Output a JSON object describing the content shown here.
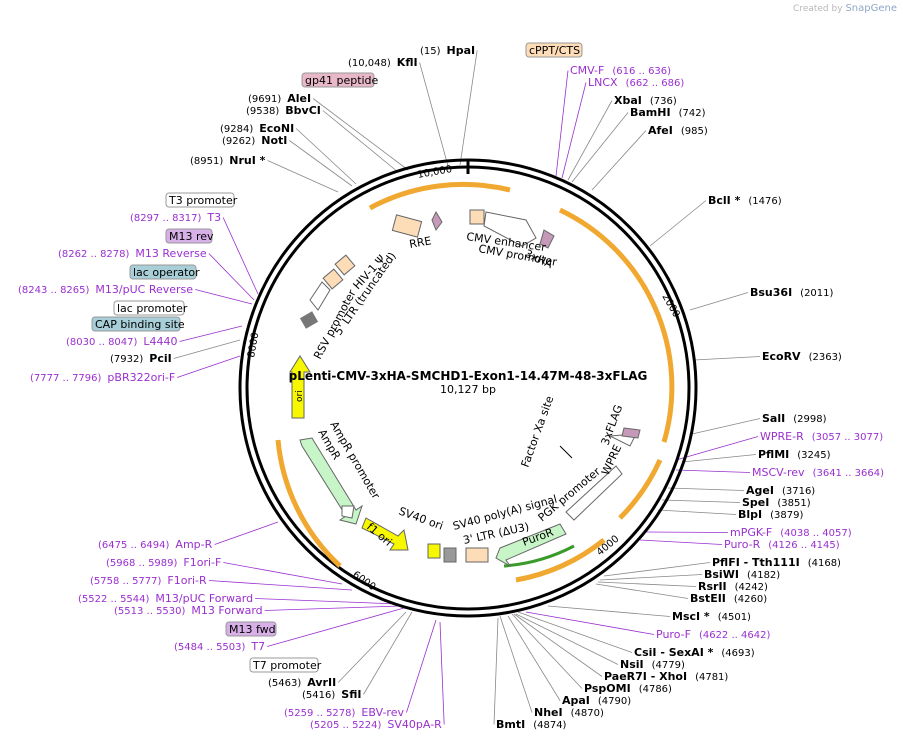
{
  "credit": {
    "prefix": "Created by",
    "brand": "SnapGene"
  },
  "plasmid": {
    "name": "pLenti-CMV-3xHA-SMCHD1-Exon1-14.47M-48-3xFLAG",
    "length": "10,127 bp"
  },
  "ticks": [
    "10,000",
    "2000",
    "4000",
    "6000",
    "8000"
  ],
  "inner_features": [
    "cPPT/CTS",
    "RRE",
    "CMV enhancer",
    "CMV promoter",
    "3xHA",
    "HIV-1 Ψ",
    "5' LTR (truncated)",
    "RSV promoter",
    "ori",
    "AmpR promoter",
    "AmpR",
    "f1 ori",
    "SV40 ori",
    "SV40 poly(A) signal",
    "3' LTR (ΔU3)",
    "PGK promoter",
    "PuroR",
    "WPRE",
    "Factor Xa site",
    "3xFLAG"
  ],
  "boxed_features": [
    "gp41 peptide",
    "T3 promoter",
    "M13 rev",
    "lac operator",
    "lac promoter",
    "CAP binding site",
    "M13 fwd",
    "T7 promoter"
  ],
  "labels": [
    {
      "id": "HpaI",
      "name": "HpaI",
      "pos": "(15)",
      "type": "enzyme"
    },
    {
      "id": "KflI",
      "name": "KflI",
      "pos": "(10,048)",
      "type": "enzyme"
    },
    {
      "id": "AleI",
      "name": "AleI",
      "pos": "(9691)",
      "type": "enzyme"
    },
    {
      "id": "BbvCI",
      "name": "BbvCI",
      "pos": "(9538)",
      "type": "enzyme"
    },
    {
      "id": "EcoNI",
      "name": "EcoNI",
      "pos": "(9284)",
      "type": "enzyme"
    },
    {
      "id": "NotI",
      "name": "NotI",
      "pos": "(9262)",
      "type": "enzyme"
    },
    {
      "id": "NruI",
      "name": "NruI *",
      "pos": "(8951)",
      "type": "enzyme"
    },
    {
      "id": "T3",
      "name": "T3",
      "pos": "(8297 .. 8317)",
      "type": "primer"
    },
    {
      "id": "M13Reverse",
      "name": "M13 Reverse",
      "pos": "(8262 .. 8278)",
      "type": "primer"
    },
    {
      "id": "M13pUCRev",
      "name": "M13/pUC Reverse",
      "pos": "(8243 .. 8265)",
      "type": "primer"
    },
    {
      "id": "L4440",
      "name": "L4440",
      "pos": "(8030 .. 8047)",
      "type": "primer"
    },
    {
      "id": "PciI",
      "name": "PciI",
      "pos": "(7932)",
      "type": "enzyme"
    },
    {
      "id": "pBR322oriF",
      "name": "pBR322ori-F",
      "pos": "(7777 .. 7796)",
      "type": "primer"
    },
    {
      "id": "AmpR",
      "name": "Amp-R",
      "pos": "(6475 .. 6494)",
      "type": "primer"
    },
    {
      "id": "F1oriF",
      "name": "F1ori-F",
      "pos": "(5968 .. 5989)",
      "type": "primer"
    },
    {
      "id": "F1oriR",
      "name": "F1ori-R",
      "pos": "(5758 .. 5777)",
      "type": "primer"
    },
    {
      "id": "M13pUCFwd",
      "name": "M13/pUC Forward",
      "pos": "(5522 .. 5544)",
      "type": "primer"
    },
    {
      "id": "M13Forward",
      "name": "M13 Forward",
      "pos": "(5513 .. 5530)",
      "type": "primer"
    },
    {
      "id": "T7",
      "name": "T7",
      "pos": "(5484 .. 5503)",
      "type": "primer"
    },
    {
      "id": "AvrII",
      "name": "AvrII",
      "pos": "(5463)",
      "type": "enzyme"
    },
    {
      "id": "SfiI",
      "name": "SfiI",
      "pos": "(5416)",
      "type": "enzyme"
    },
    {
      "id": "EBVrev",
      "name": "EBV-rev",
      "pos": "(5259 .. 5278)",
      "type": "primer"
    },
    {
      "id": "SV40pAR",
      "name": "SV40pA-R",
      "pos": "(5205 .. 5224)",
      "type": "primer"
    },
    {
      "id": "CMVF",
      "name": "CMV-F",
      "pos": "(616 .. 636)",
      "type": "primer"
    },
    {
      "id": "LNCX",
      "name": "LNCX",
      "pos": "(662 .. 686)",
      "type": "primer"
    },
    {
      "id": "XbaI",
      "name": "XbaI",
      "pos": "(736)",
      "type": "enzyme"
    },
    {
      "id": "BamHI",
      "name": "BamHI",
      "pos": "(742)",
      "type": "enzyme"
    },
    {
      "id": "AfeI",
      "name": "AfeI",
      "pos": "(985)",
      "type": "enzyme"
    },
    {
      "id": "BclI",
      "name": "BclI *",
      "pos": "(1476)",
      "type": "enzyme"
    },
    {
      "id": "Bsu36I",
      "name": "Bsu36I",
      "pos": "(2011)",
      "type": "enzyme"
    },
    {
      "id": "EcoRV",
      "name": "EcoRV",
      "pos": "(2363)",
      "type": "enzyme"
    },
    {
      "id": "SalI",
      "name": "SalI",
      "pos": "(2998)",
      "type": "enzyme"
    },
    {
      "id": "WPRER",
      "name": "WPRE-R",
      "pos": "(3057 .. 3077)",
      "type": "primer"
    },
    {
      "id": "PflMI",
      "name": "PflMI",
      "pos": "(3245)",
      "type": "enzyme"
    },
    {
      "id": "MSCVrev",
      "name": "MSCV-rev",
      "pos": "(3641 .. 3664)",
      "type": "primer"
    },
    {
      "id": "AgeI",
      "name": "AgeI",
      "pos": "(3716)",
      "type": "enzyme"
    },
    {
      "id": "SpeI",
      "name": "SpeI",
      "pos": "(3851)",
      "type": "enzyme"
    },
    {
      "id": "BlpI",
      "name": "BlpI",
      "pos": "(3879)",
      "type": "enzyme"
    },
    {
      "id": "mPGKF",
      "name": "mPGK-F",
      "pos": "(4038 .. 4057)",
      "type": "primer"
    },
    {
      "id": "PuroR",
      "name": "Puro-R",
      "pos": "(4126 .. 4145)",
      "type": "primer"
    },
    {
      "id": "PflFI",
      "name": "PflFI - Tth111I",
      "pos": "(4168)",
      "type": "enzyme"
    },
    {
      "id": "BsiWI",
      "name": "BsiWI",
      "pos": "(4182)",
      "type": "enzyme"
    },
    {
      "id": "RsrII",
      "name": "RsrII",
      "pos": "(4242)",
      "type": "enzyme"
    },
    {
      "id": "BstEII",
      "name": "BstEII",
      "pos": "(4260)",
      "type": "enzyme"
    },
    {
      "id": "MscI",
      "name": "MscI *",
      "pos": "(4501)",
      "type": "enzyme"
    },
    {
      "id": "PuroF",
      "name": "Puro-F",
      "pos": "(4622 .. 4642)",
      "type": "primer"
    },
    {
      "id": "CsiI",
      "name": "CsiI - SexAI *",
      "pos": "(4693)",
      "type": "enzyme"
    },
    {
      "id": "NsiI",
      "name": "NsiI",
      "pos": "(4779)",
      "type": "enzyme"
    },
    {
      "id": "PaeR7I",
      "name": "PaeR7I - XhoI",
      "pos": "(4781)",
      "type": "enzyme"
    },
    {
      "id": "PspOMI",
      "name": "PspOMI",
      "pos": "(4786)",
      "type": "enzyme"
    },
    {
      "id": "ApaI",
      "name": "ApaI",
      "pos": "(4790)",
      "type": "enzyme"
    },
    {
      "id": "NheI",
      "name": "NheI",
      "pos": "(4870)",
      "type": "enzyme"
    },
    {
      "id": "BmtI",
      "name": "BmtI",
      "pos": "(4874)",
      "type": "enzyme"
    }
  ],
  "colors": {
    "backbone": "#000000",
    "primer": "#9a2fd0",
    "orange_arc": "#f0a830",
    "yellow": "#f7f700",
    "light_green": "#c8f5c8",
    "peach": "#fddcb8",
    "lavender": "#d8bcd8",
    "pink_box": "#e8b8c8",
    "teal_box": "#a8cfd8",
    "purple_box": "#d8b0e8"
  }
}
